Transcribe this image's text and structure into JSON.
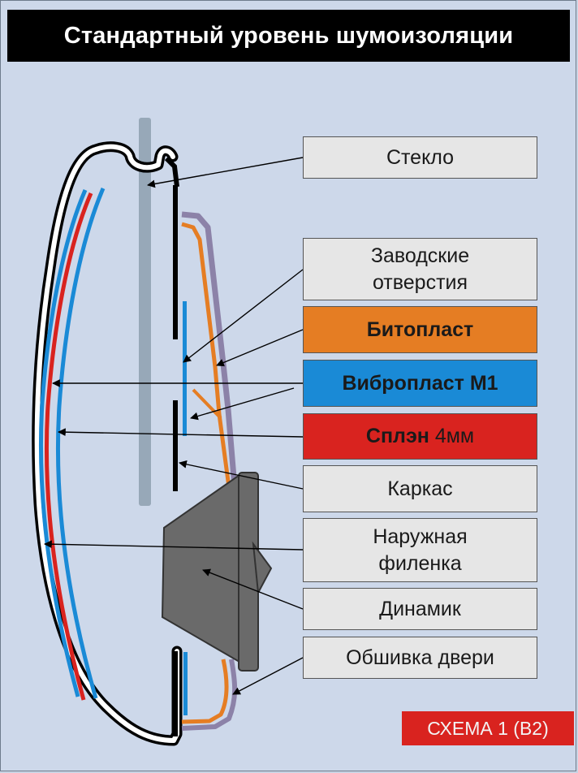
{
  "title": "Стандартный уровень шумоизоляции",
  "labels": {
    "glass": "Стекло",
    "holes_line1": "Заводские",
    "holes_line2": "отверстия",
    "bitoplast": "Битопласт",
    "vibroplast": "Вибропласт М1",
    "splen": "Сплэн",
    "splen_thickness": "4мм",
    "frame": "Каркас",
    "panel_line1": "Наружная",
    "panel_line2": "филенка",
    "speaker": "Динамик",
    "trim": "Обшивка двери"
  },
  "scheme_label": "СХЕМА 1 (В2)",
  "colors": {
    "background": "#cdd8ea",
    "bitoplast": "#e57d23",
    "vibroplast": "#1a8ad6",
    "splen": "#d9231f",
    "trim": "#8c82a8",
    "glass": "#97a8b8",
    "speaker": "#6a6a6a",
    "label_box": "#e6e6e6"
  }
}
